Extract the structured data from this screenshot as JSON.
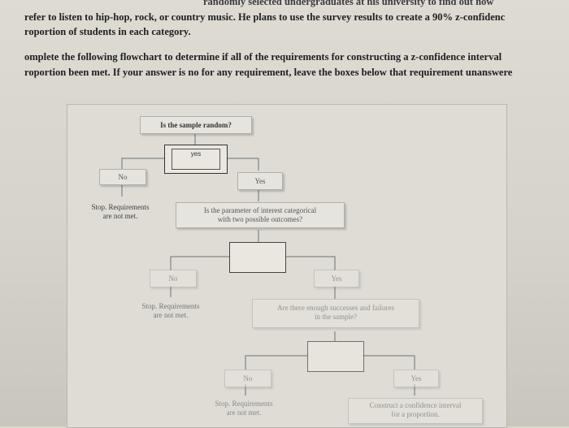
{
  "text_lines": [
    "refer to listen to hip-hop, rock, or country music. He plans to use the survey results to create a 90% z-confidenc",
    "roportion of students in each category.",
    "omplete the following flowchart to determine if all of the requirements for constructing a z-confidence interval",
    "roportion been met. If your answer is no for any requirement, leave the boxes below that requirement unanswere"
  ],
  "top_clip": "randomly selected undergraduates at his university to find out how",
  "flowchart": {
    "q1": "Is the sample random?",
    "a1": "yes",
    "no1": "No",
    "yes1": "Yes",
    "stop1": [
      "Stop. Requirements",
      "are not met."
    ],
    "q2": [
      "Is the parameter of interest categorical",
      "with two possible outcomes?"
    ],
    "no2": "No",
    "yes2": "Yes",
    "stop2": [
      "Stop. Requirements",
      "are not met."
    ],
    "q3": [
      "Are there enough successes and failures",
      "in the sample?"
    ],
    "no3": "No",
    "yes3": "Yes",
    "stop3": [
      "Stop. Requirements",
      "are not met."
    ],
    "final": [
      "Construct a confidence interval",
      "for a proportion."
    ]
  }
}
